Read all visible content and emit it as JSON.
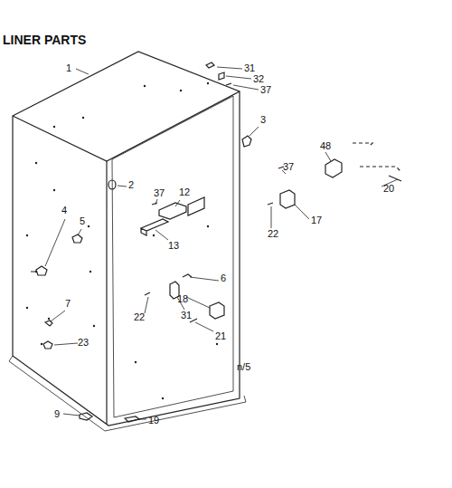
{
  "diagram": {
    "title": "LINER PARTS",
    "labels": [
      "1",
      "2",
      "3",
      "4",
      "5",
      "6",
      "7",
      "9",
      "12",
      "13",
      "17",
      "18",
      "19",
      "20",
      "21",
      "22",
      "22",
      "23",
      "31",
      "31",
      "32",
      "37",
      "37",
      "37",
      "48",
      "n/5"
    ]
  }
}
